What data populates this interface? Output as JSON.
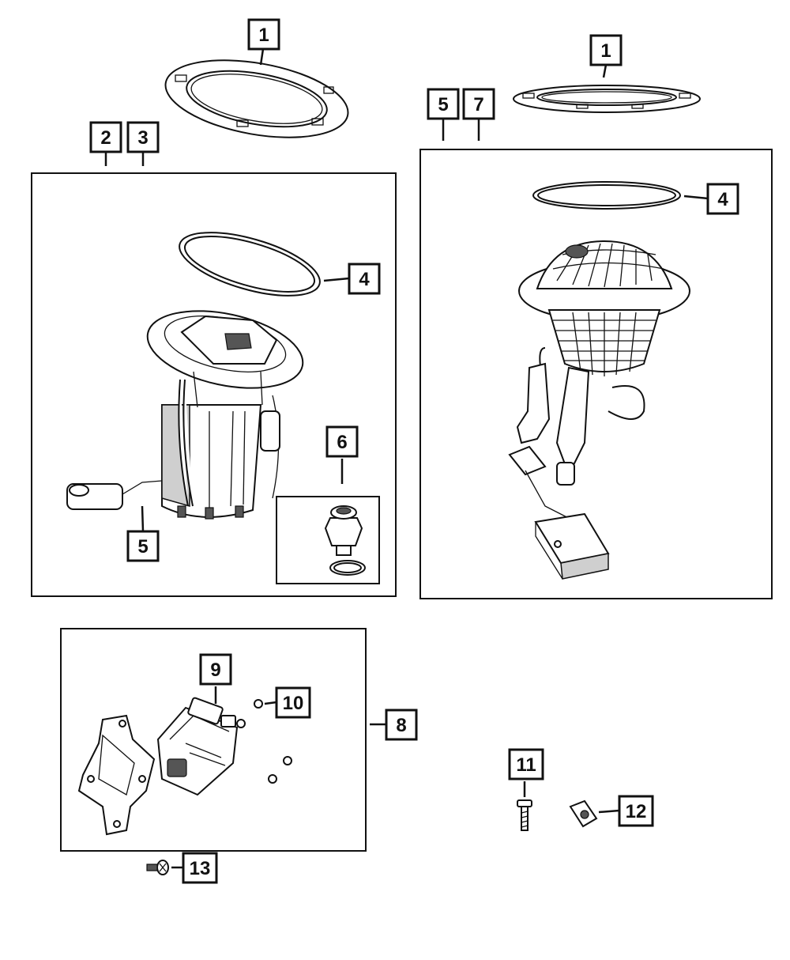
{
  "callouts": [
    {
      "id": "c1a",
      "label": "1"
    },
    {
      "id": "c1b",
      "label": "1"
    },
    {
      "id": "c2",
      "label": "2"
    },
    {
      "id": "c3",
      "label": "3"
    },
    {
      "id": "c5a",
      "label": "5"
    },
    {
      "id": "c7",
      "label": "7"
    },
    {
      "id": "c4a",
      "label": "4"
    },
    {
      "id": "c4b",
      "label": "4"
    },
    {
      "id": "c6",
      "label": "6"
    },
    {
      "id": "c5b",
      "label": "5"
    },
    {
      "id": "c9",
      "label": "9"
    },
    {
      "id": "c10",
      "label": "10"
    },
    {
      "id": "c8",
      "label": "8"
    },
    {
      "id": "c11",
      "label": "11"
    },
    {
      "id": "c12",
      "label": "12"
    },
    {
      "id": "c13",
      "label": "13"
    }
  ],
  "colors": {
    "line": "#111111",
    "background": "#ffffff",
    "shade": "#cfcfcf"
  }
}
